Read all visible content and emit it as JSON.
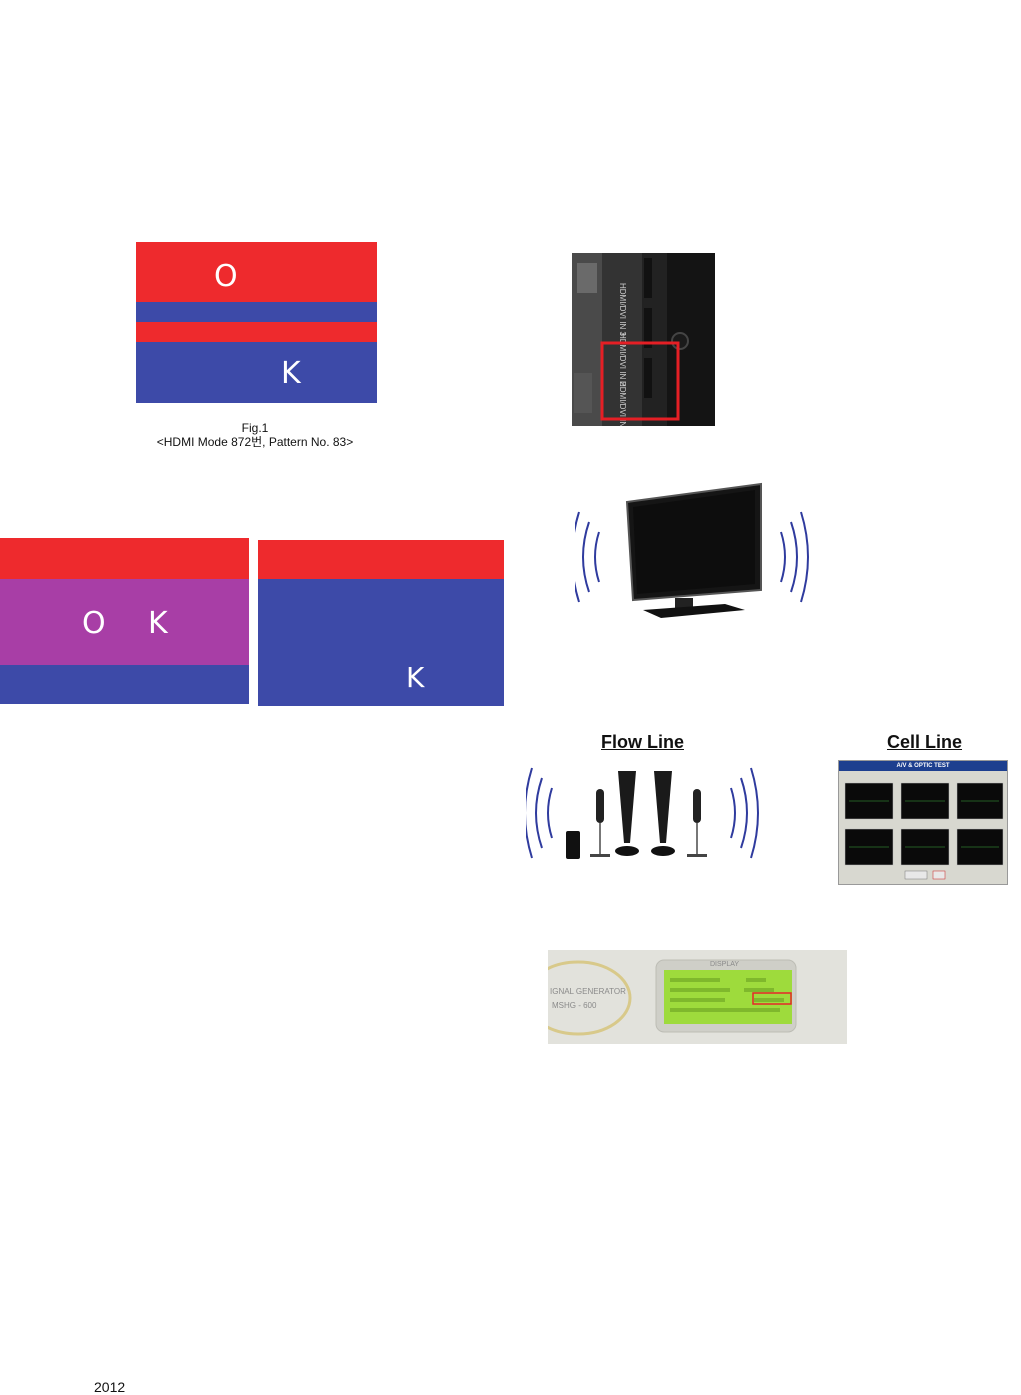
{
  "figure_ok": {
    "letter_o": "O",
    "letter_k": "K",
    "caption_line1": "Fig.1",
    "caption_line2": "<HDMI Mode 872번, Pattern No. 83>"
  },
  "ng_left": {
    "letter_o": "O",
    "letter_k": "K"
  },
  "ng_right": {
    "letter_k": "K"
  },
  "labels": {
    "flow_line": "Flow Line",
    "cell_line": "Cell Line"
  },
  "test_screen": {
    "title": "A/V & OPTIC TEST"
  },
  "generator": {
    "display_label": "DISPLAY",
    "brand_line1": "IGNAL GENERATOR",
    "brand_line2": "MSHG - 600"
  },
  "footer": {
    "year": "2012"
  },
  "colors": {
    "red": "#ee2a2d",
    "blue": "#3d4aa8",
    "purple": "#a83ea6"
  }
}
